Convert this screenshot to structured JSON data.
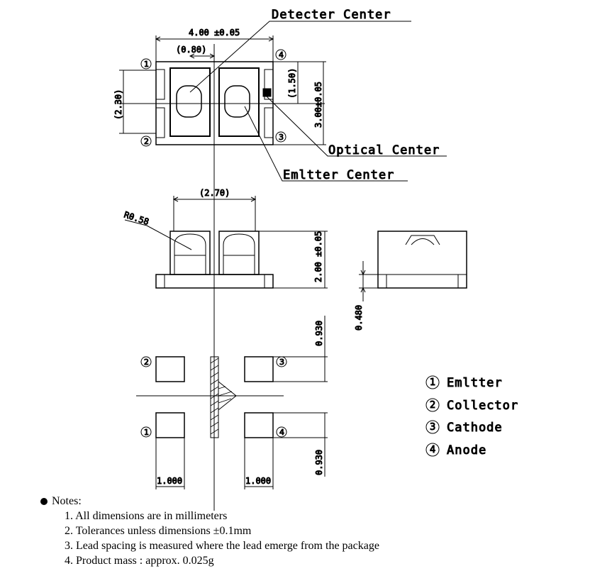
{
  "callouts": {
    "detector_center": "Detecter Center",
    "optical_center": "Optical Center",
    "emitter_center": "Emltter Center"
  },
  "dimensions": {
    "width": "4.00 ±0.05",
    "pitch": "(0.80)",
    "height_ref": "(2.30)",
    "offset_ref": "(1.50)",
    "length": "3.00±0.05",
    "body_width": "(2.70)",
    "radius": "R0.58",
    "body_height": "2.00 ±0.05",
    "standoff": "0.480",
    "pad_height_top": "0.930",
    "pad_height_bottom": "0.930",
    "pad_width_left": "1.000",
    "pad_width_right": "1.000"
  },
  "pins": {
    "p1": "1",
    "p2": "2",
    "p3": "3",
    "p4": "4"
  },
  "legend": [
    {
      "num": "1",
      "label": "Emltter"
    },
    {
      "num": "2",
      "label": "Collector"
    },
    {
      "num": "3",
      "label": "Cathode"
    },
    {
      "num": "4",
      "label": "Anode"
    }
  ],
  "notes": {
    "title": "Notes:",
    "items": [
      "1. All dimensions are in millimeters",
      "2. Tolerances unless dimensions ±0.1mm",
      "3. Lead spacing is measured where the lead emerge from the package",
      "4. Product mass : approx. 0.025g"
    ]
  }
}
